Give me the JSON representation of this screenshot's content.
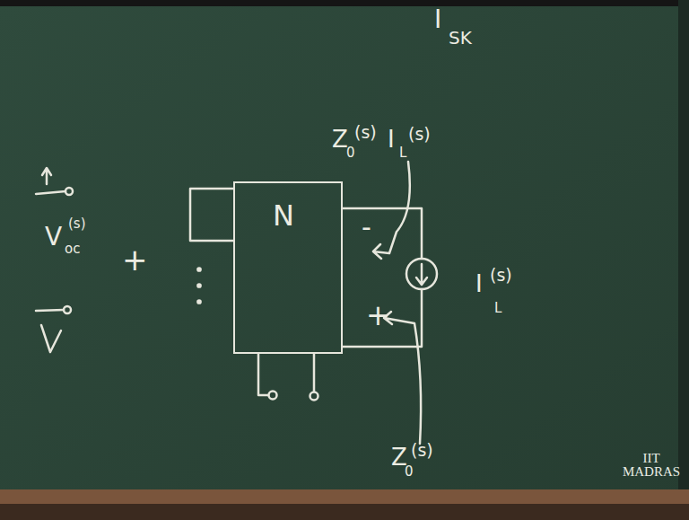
{
  "diagram": {
    "nodes": [
      {
        "text": [
          "N"
        ]
      }
    ],
    "labels": [
      "I",
      "SK",
      "Z",
      "0",
      "(s)",
      "I",
      "L",
      "(s)",
      "V",
      "oc",
      "(s)",
      "+",
      "-",
      "+",
      "I",
      "(s)",
      "L",
      "Z",
      "0",
      "(s)",
      "IIT MADRAS"
    ]
  }
}
